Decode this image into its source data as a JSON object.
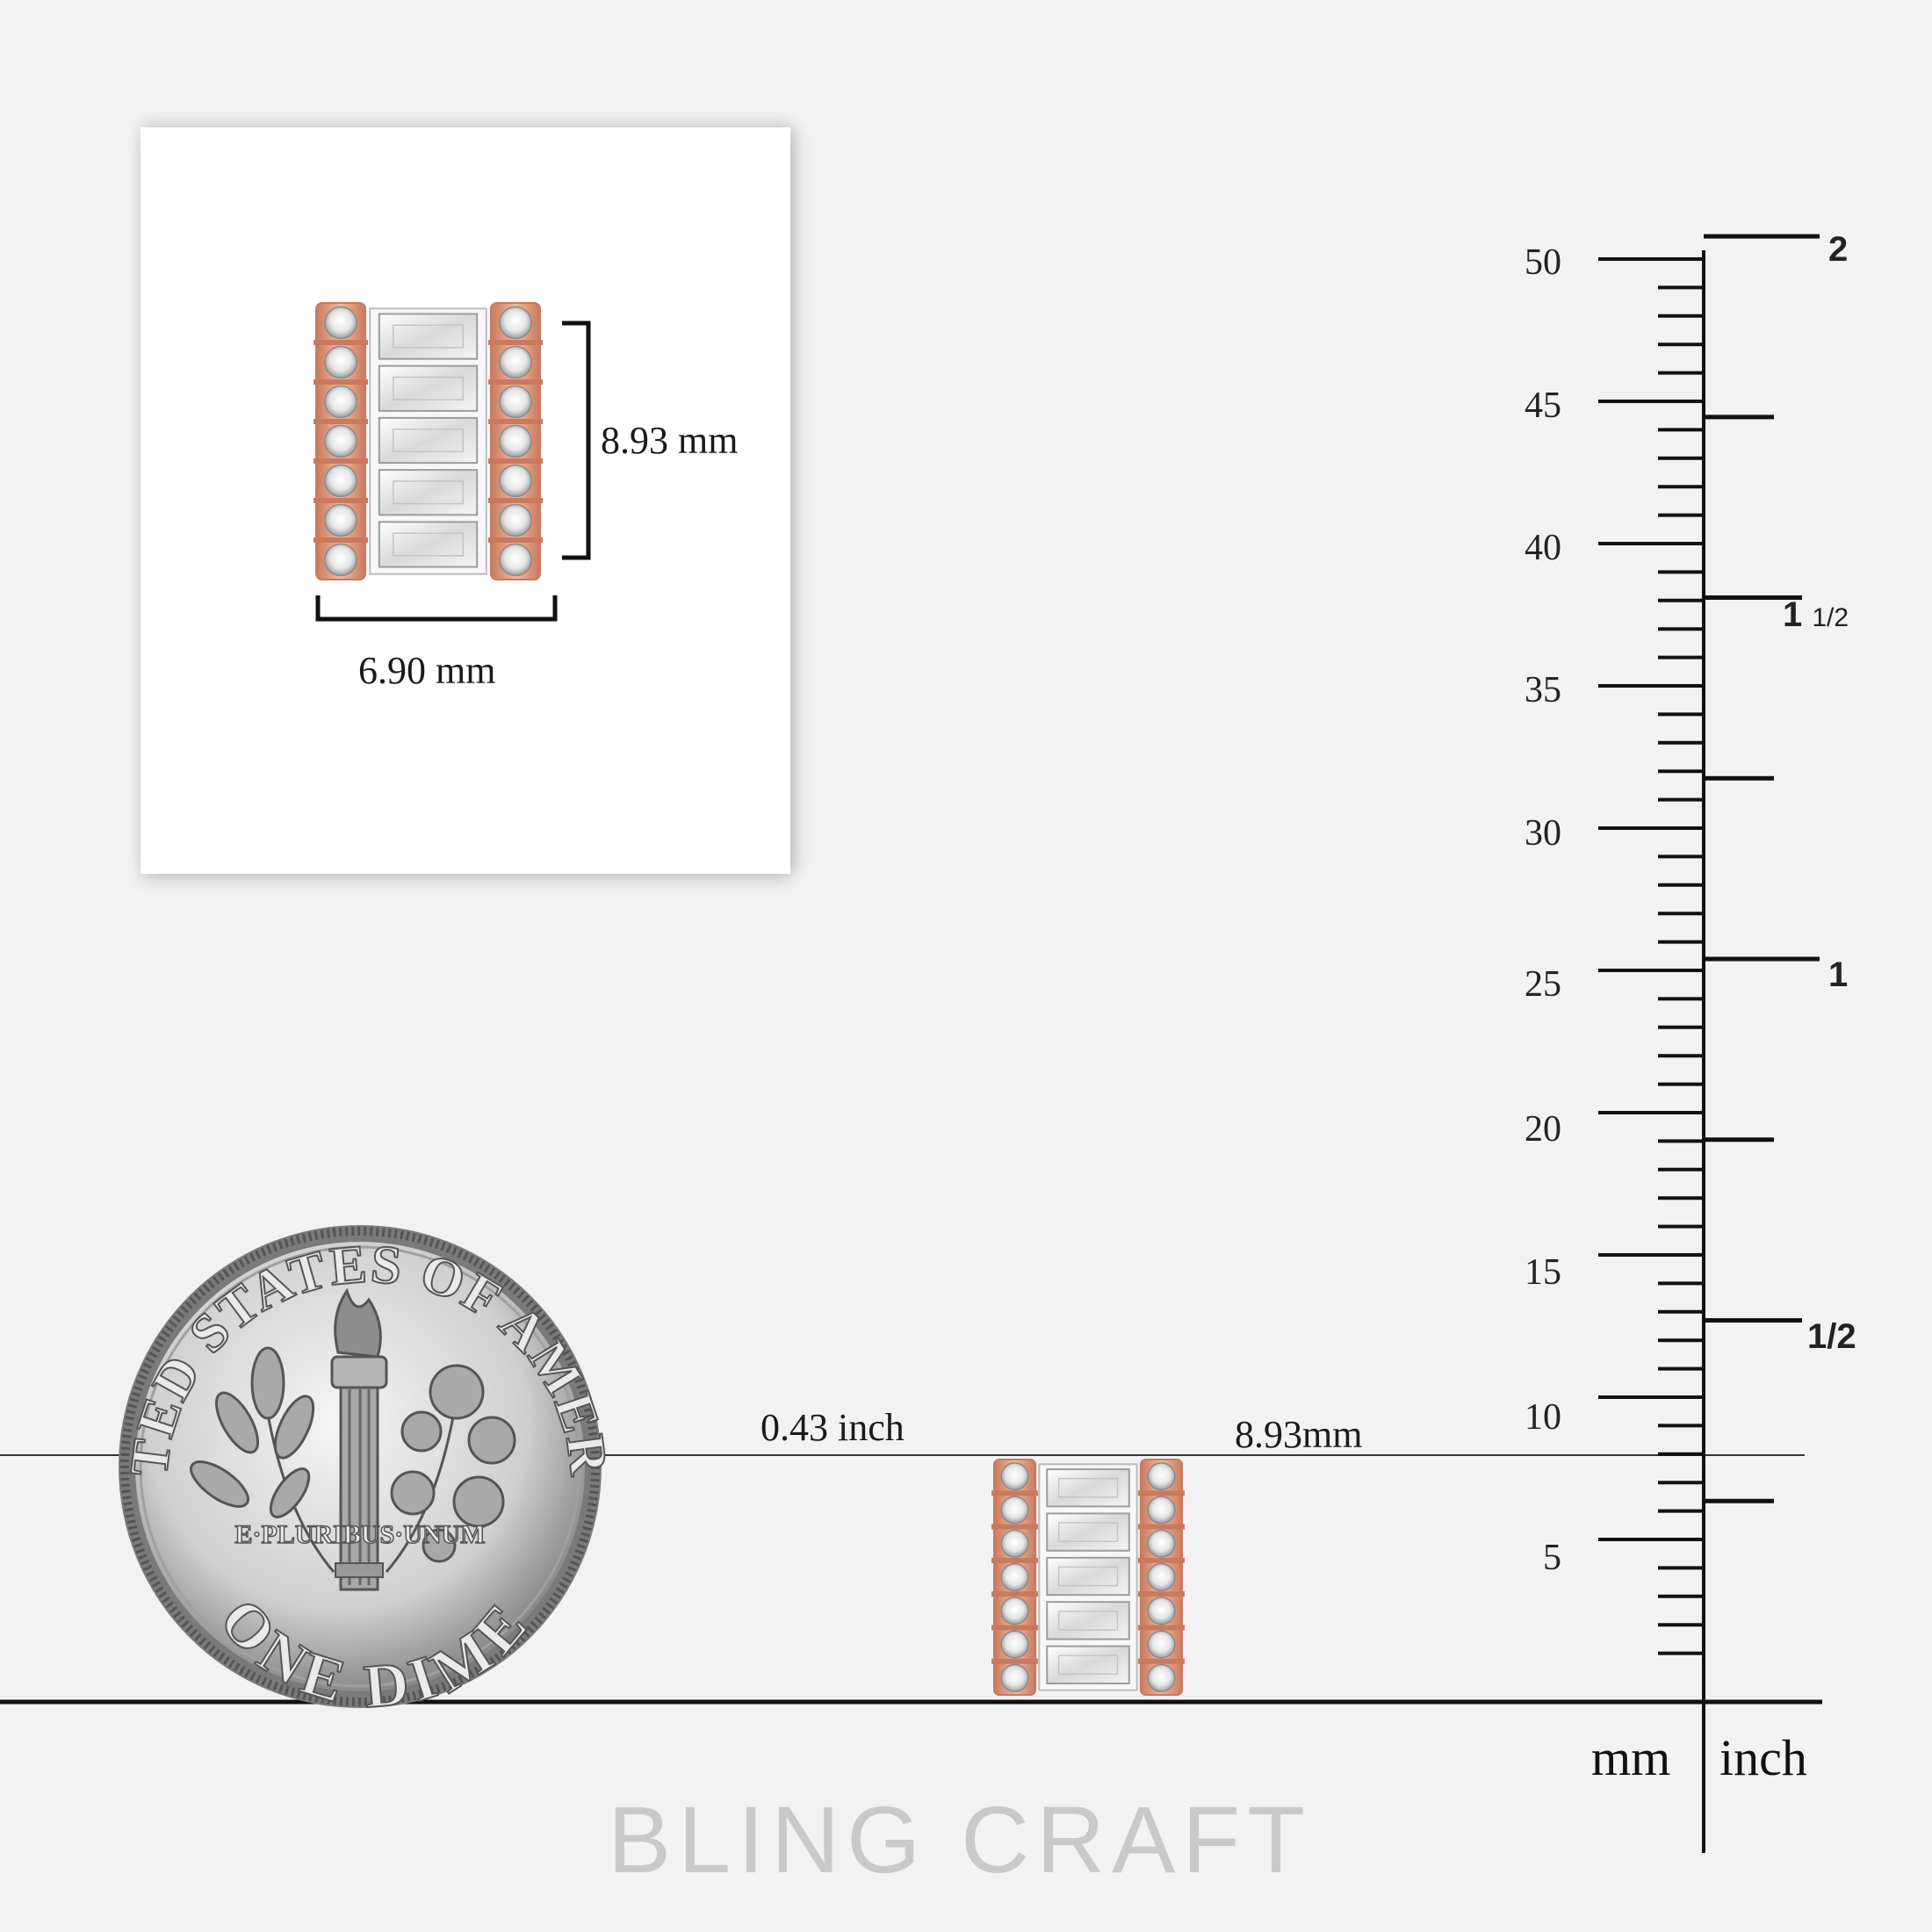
{
  "inset": {
    "height_label": "8.93 mm",
    "width_label": "6.90 mm"
  },
  "comparison": {
    "inch_label": "0.43 inch",
    "mm_label": "8.93mm"
  },
  "coin": {
    "top_text": "UNITED STATES OF AMERICA",
    "bottom_text": "ONE DIME",
    "motto": "E·PLURIBUS·UNUM"
  },
  "ruler": {
    "mm_numbers": [
      "50",
      "45",
      "40",
      "35",
      "30",
      "25",
      "20",
      "15",
      "10",
      "5"
    ],
    "inch_whole": [
      "2",
      "1"
    ],
    "inch_mixed": {
      "whole": "1",
      "fraction": "1/2"
    },
    "inch_half": "1/2",
    "unit_mm": "mm",
    "unit_inch": "inch"
  },
  "brand": "BLING CRAFT",
  "colors": {
    "rose_gold": "#e8a88e",
    "rose_gold_dark": "#c97a5e",
    "background": "#f2f2f2",
    "brand_text": "#c9c9c9"
  }
}
